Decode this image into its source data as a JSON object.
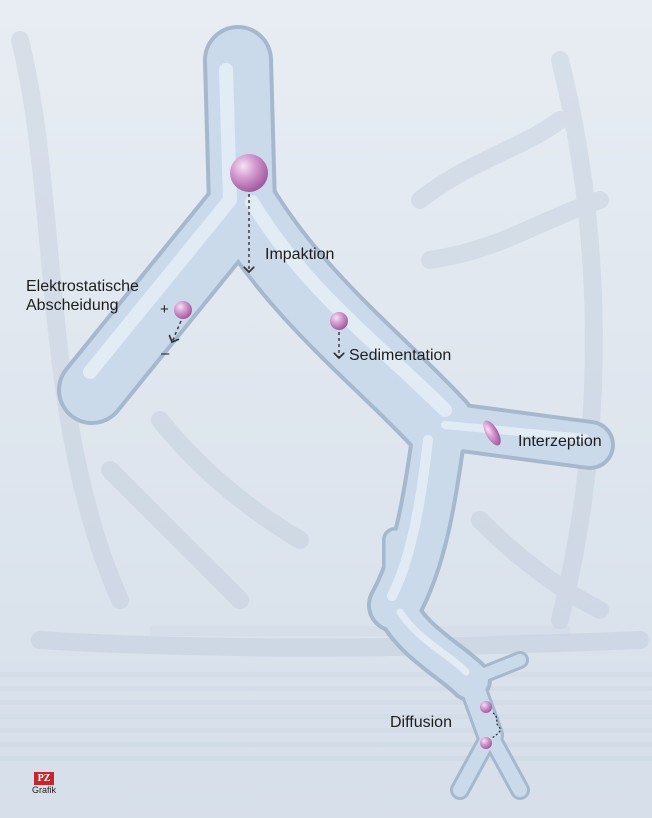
{
  "colors": {
    "background": "#dfe6ef",
    "airway_fill": "#c9d8e8",
    "airway_edge": "#aebfd3",
    "particle": "#c884c4",
    "particle_highlight": "#f4dcf2",
    "logo_red": "#c4262b"
  },
  "labels": {
    "elektrostatische": "Elektrostatische\nAbscheidung",
    "impaktion": "Impaktion",
    "sedimentation": "Sedimentation",
    "interzeption": "Interzeption",
    "diffusion": "Diffusion",
    "plus": "+",
    "minus": "–"
  },
  "logo": {
    "mark": "PZ",
    "subtitle": "Grafik"
  }
}
